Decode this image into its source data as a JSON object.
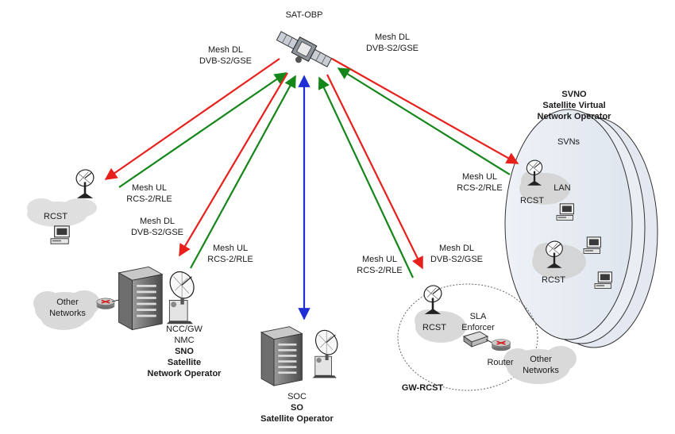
{
  "satellite": {
    "label": "SAT-OBP"
  },
  "links": {
    "left_dl": {
      "line1": "Mesh DL",
      "line2": "DVB-S2/GSE"
    },
    "left_ul": {
      "line1": "Mesh UL",
      "line2": "RCS-2/RLE"
    },
    "sno_dl": {
      "line1": "Mesh DL",
      "line2": "DVB-S2/GSE"
    },
    "sno_ul": {
      "line1": "Mesh UL",
      "line2": "RCS-2/RLE"
    },
    "right_dl": {
      "line1": "Mesh DL",
      "line2": "DVB-S2/GSE"
    },
    "right_ul": {
      "line1": "Mesh UL",
      "line2": "RCS-2/RLE"
    },
    "gw_ul": {
      "line1": "Mesh UL",
      "line2": "RCS-2/RLE"
    },
    "gw_dl": {
      "line1": "Mesh DL",
      "line2": "DVB-S2/GSE"
    }
  },
  "rcst_left": {
    "label": "RCST"
  },
  "sno": {
    "other_networks_line1": "Other",
    "other_networks_line2": "Networks",
    "ncc_gw": "NCC/GW",
    "nmc": "NMC",
    "title": "SNO",
    "name_line1": "Satellite",
    "name_line2": "Network Operator"
  },
  "so": {
    "soc": "SOC",
    "title": "SO",
    "name": "Satellite Operator"
  },
  "gw_rcst": {
    "rcst": "RCST",
    "sla_line1": "SLA",
    "sla_line2": "Enforcer",
    "router": "Router",
    "other_networks_line1": "Other",
    "other_networks_line2": "Networks",
    "title": "GW-RCST"
  },
  "svno": {
    "title": "SVNO",
    "name_line1": "Satellite Virtual",
    "name_line2": "Network Operator",
    "svns": "SVNs",
    "lan": "LAN",
    "rcst_1": "RCST",
    "rcst_2": "RCST"
  },
  "colors": {
    "downlink": "#e8201c",
    "uplink": "#14861a",
    "operator_link": "#1f2fd6"
  }
}
